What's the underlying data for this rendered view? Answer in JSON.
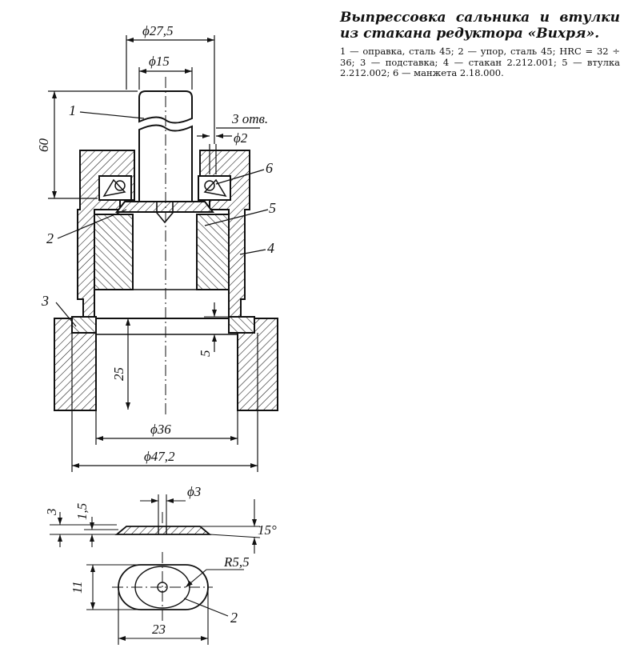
{
  "caption": {
    "title": "Выпрессовка сальника и втулки из стакана редуктора «Вихря».",
    "legend": "1 — оправка, сталь 45; 2 — упор, сталь 45; HRC = 32 ÷ 36; 3 — подставка; 4 — стакан 2.212.001; 5 — втулка 2.212.002; 6 — манжета 2.18.000."
  },
  "dimensions": {
    "d_27_5": "ϕ27,5",
    "d_15": "ϕ15",
    "h_60": "60",
    "holes": "3 отв.",
    "d_2": "ϕ2",
    "h_25": "25",
    "h_5": "5",
    "d_36": "ϕ36",
    "d_47_2": "ϕ47,2",
    "d_3": "ϕ3",
    "t_3": "3",
    "t_1_5": "1,5",
    "angle_15": "15°",
    "r_5_5": "R5,5",
    "h_11": "11",
    "w_23": "23"
  },
  "part_labels": {
    "p1": "1",
    "p2": "2",
    "p3": "3",
    "p4": "4",
    "p5": "5",
    "p6": "6",
    "p2_detail": "2"
  }
}
